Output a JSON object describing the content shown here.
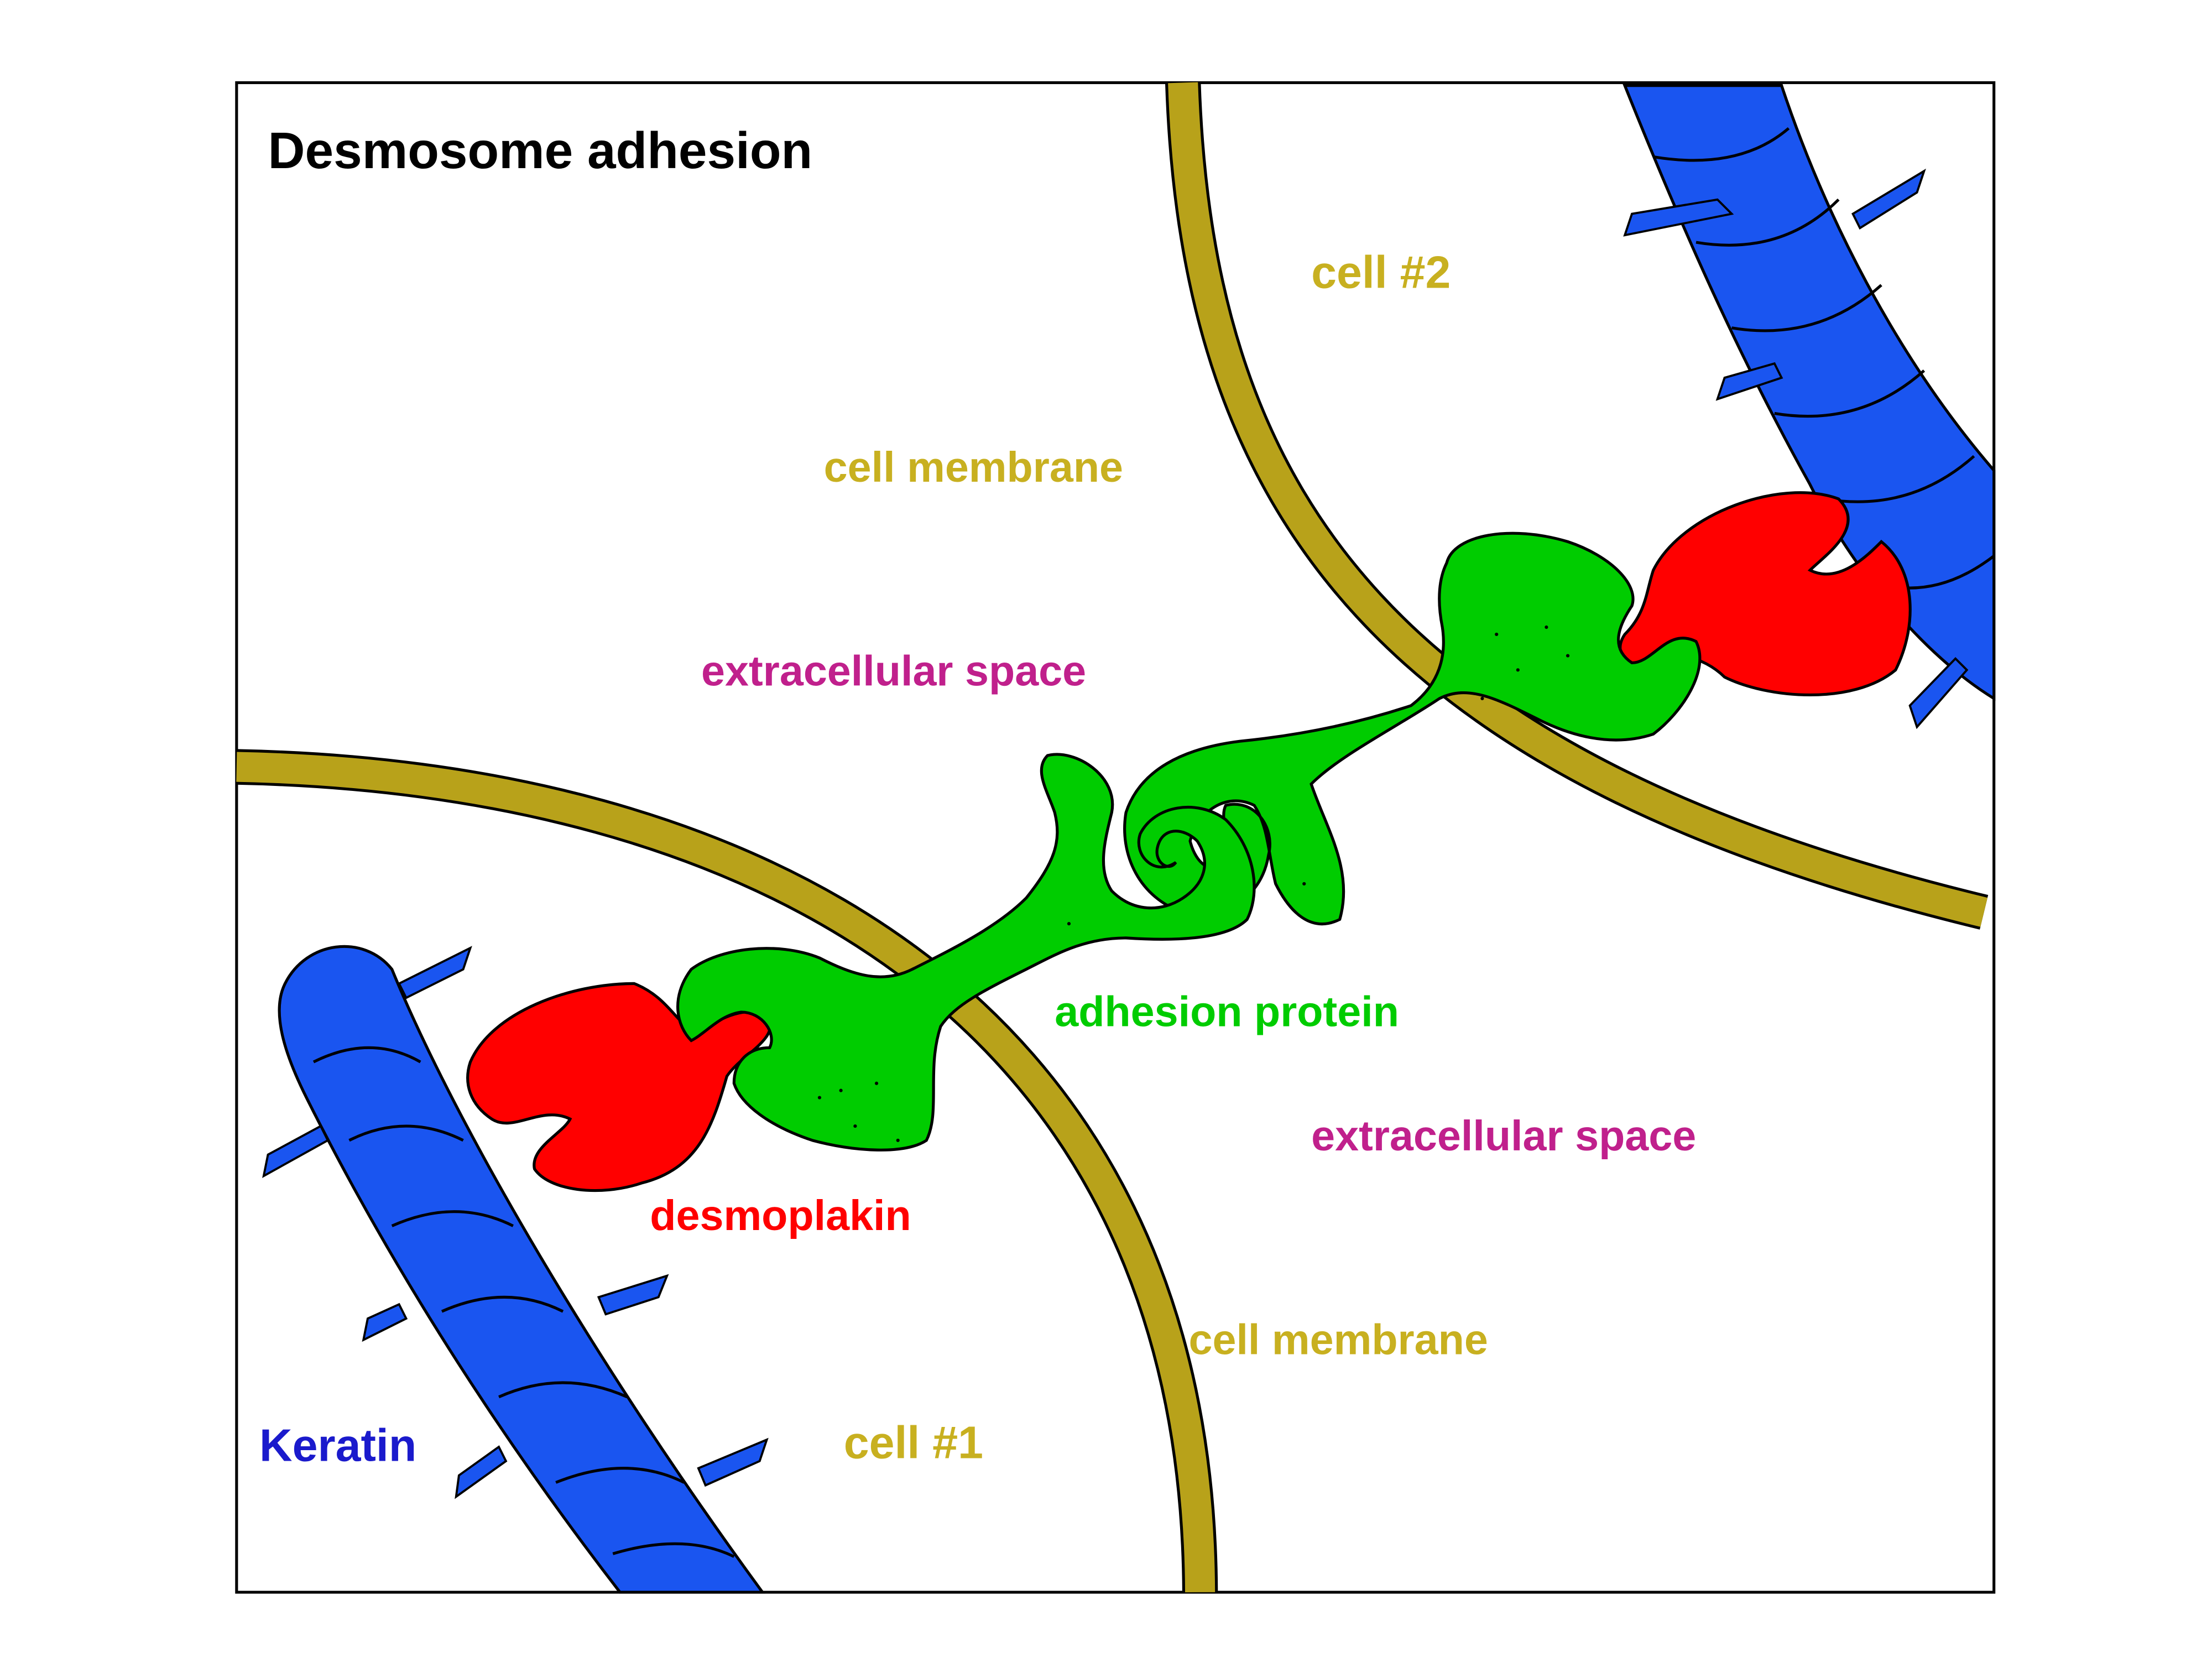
{
  "title": "Desmosome adhesion",
  "labels": {
    "cell2": "cell #2",
    "cell1": "cell #1",
    "cell_membrane_top": "cell membrane",
    "cell_membrane_bottom": "cell membrane",
    "extracellular_space_top": "extracellular space",
    "extracellular_space_bottom": "extracellular space",
    "adhesion_protein": "adhesion protein",
    "desmoplakin": "desmoplakin",
    "keratin": "Keratin"
  },
  "colors": {
    "membrane": "#b8a21a",
    "membrane_text": "#c8b020",
    "extracellular_text": "#c0208c",
    "adhesion_protein": "#00cc00",
    "desmoplakin": "#ff0000",
    "keratin": "#1a55f0",
    "keratin_text": "#1a1acc",
    "title": "#000000"
  }
}
